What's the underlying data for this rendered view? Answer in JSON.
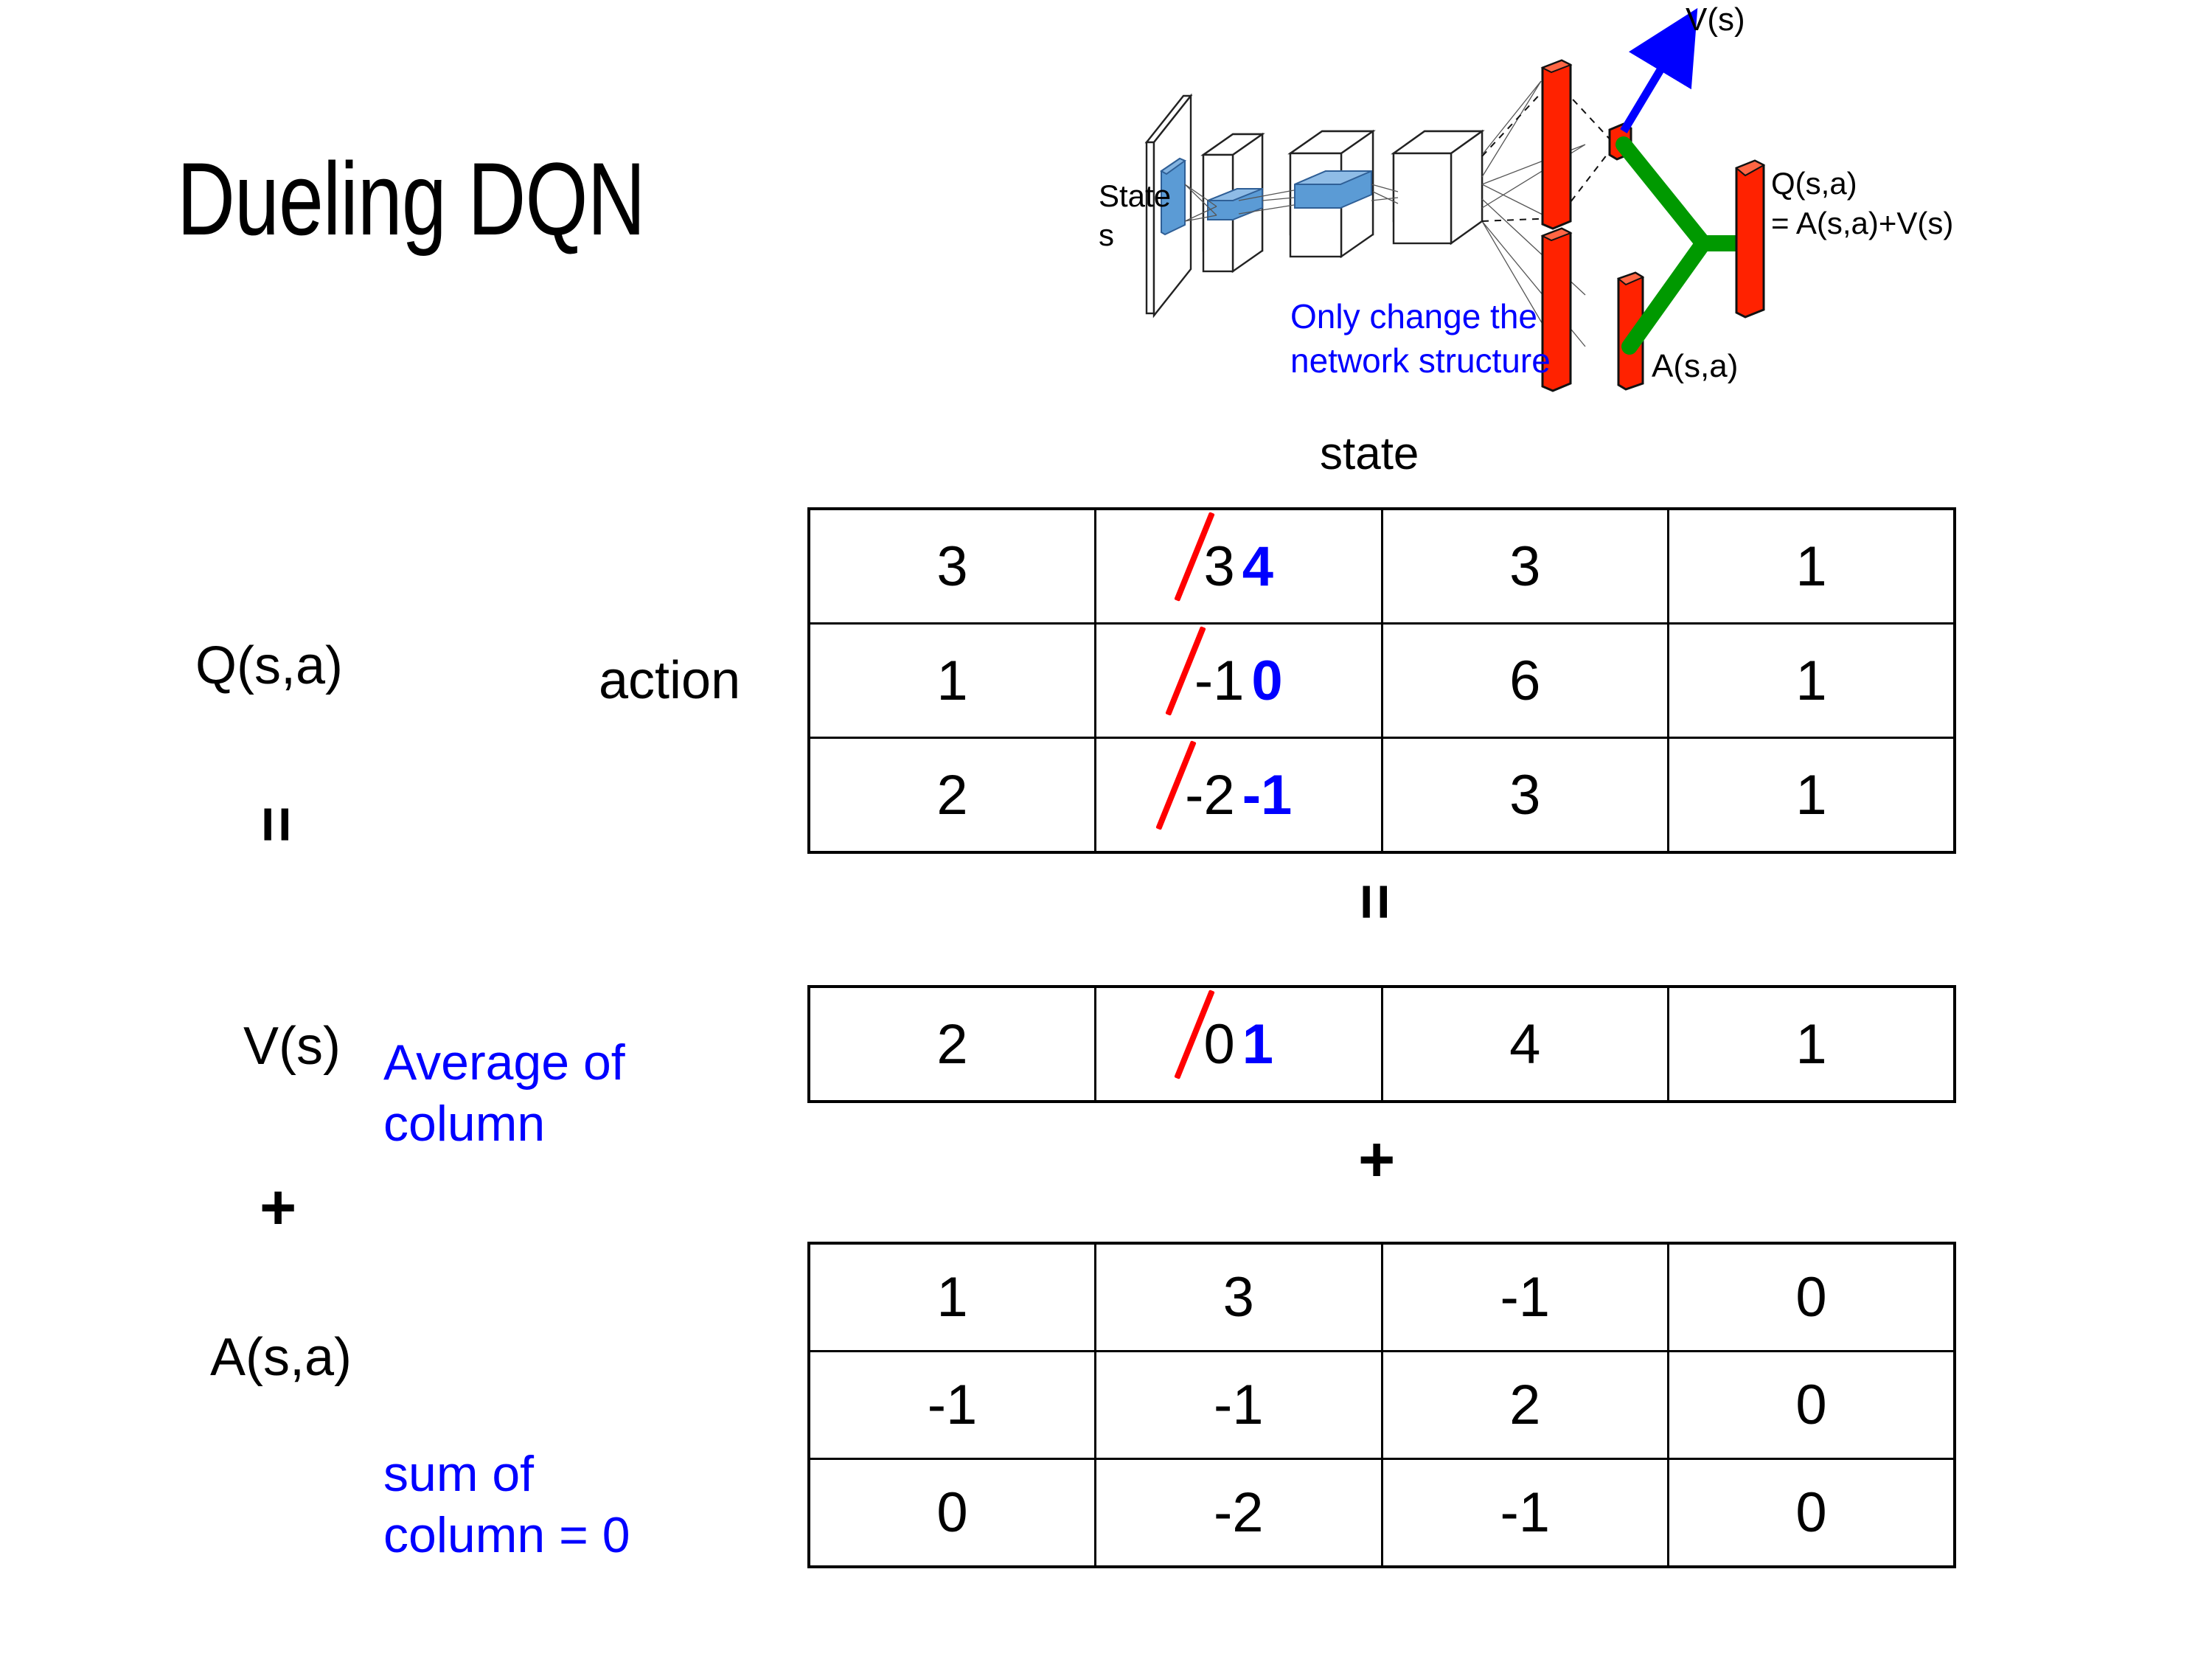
{
  "slide": {
    "title": "Dueling DQN"
  },
  "diagram": {
    "input_label_line1": "State",
    "input_label_line2": "s",
    "note_line1": "Only change the",
    "note_line2": "network structure",
    "value_label": "V(s)",
    "advantage_label": "A(s,a)",
    "q_label_line1": "Q(s,a)",
    "q_label_line2": "= A(s,a)+V(s)",
    "colors": {
      "note": "#0000ff",
      "arrow": "#0000ff",
      "bars": "#ff2200",
      "merge": "#009900",
      "feature_block": "#5b9bd5"
    }
  },
  "axes": {
    "state_header": "state",
    "action_header": "action"
  },
  "labels": {
    "q": "Q(s,a)",
    "v": "V(s)",
    "a": "A(s,a)",
    "equals_q_decomposition": "=",
    "plus_v_a": "+",
    "note_v": "Average of column",
    "note_v_line1": "Average of",
    "note_v_line2": "column",
    "note_a_line1": "sum of",
    "note_a_line2": "column = 0"
  },
  "operators": {
    "between_q_and_v": "=",
    "between_v_and_a": "+"
  },
  "colors": {
    "edit_old_strike": "#ff0000",
    "edit_new_value": "#0000ff",
    "text": "#000000",
    "background": "#ffffff"
  },
  "chart_data": {
    "type": "table",
    "title": "Dueling DQN value decomposition: Q(s,a) = V(s) + A(s,a)",
    "xlabel": "state",
    "ylabel": "action",
    "n_states": 4,
    "n_actions": 3,
    "tables": [
      {
        "name": "Q(s,a)",
        "rows": 3,
        "cols": 4,
        "values": [
          [
            {
              "text": "3"
            },
            {
              "text": "3",
              "struck": true,
              "replacement": "4"
            },
            {
              "text": "3"
            },
            {
              "text": "1"
            }
          ],
          [
            {
              "text": "1"
            },
            {
              "text": "-1",
              "struck": true,
              "replacement": "0"
            },
            {
              "text": "6"
            },
            {
              "text": "1"
            }
          ],
          [
            {
              "text": "2"
            },
            {
              "text": "-2",
              "struck": true,
              "replacement": "-1"
            },
            {
              "text": "3"
            },
            {
              "text": "1"
            }
          ]
        ]
      },
      {
        "name": "V(s)",
        "rows": 1,
        "cols": 4,
        "values": [
          [
            {
              "text": "2"
            },
            {
              "text": "0",
              "struck": true,
              "replacement": "1"
            },
            {
              "text": "4"
            },
            {
              "text": "1"
            }
          ]
        ]
      },
      {
        "name": "A(s,a)",
        "rows": 3,
        "cols": 4,
        "values": [
          [
            {
              "text": "1"
            },
            {
              "text": "3"
            },
            {
              "text": "-1"
            },
            {
              "text": "0"
            }
          ],
          [
            {
              "text": "-1"
            },
            {
              "text": "-1"
            },
            {
              "text": "2"
            },
            {
              "text": "0"
            }
          ],
          [
            {
              "text": "0"
            },
            {
              "text": "-2"
            },
            {
              "text": "-1"
            },
            {
              "text": "0"
            }
          ]
        ]
      }
    ]
  }
}
